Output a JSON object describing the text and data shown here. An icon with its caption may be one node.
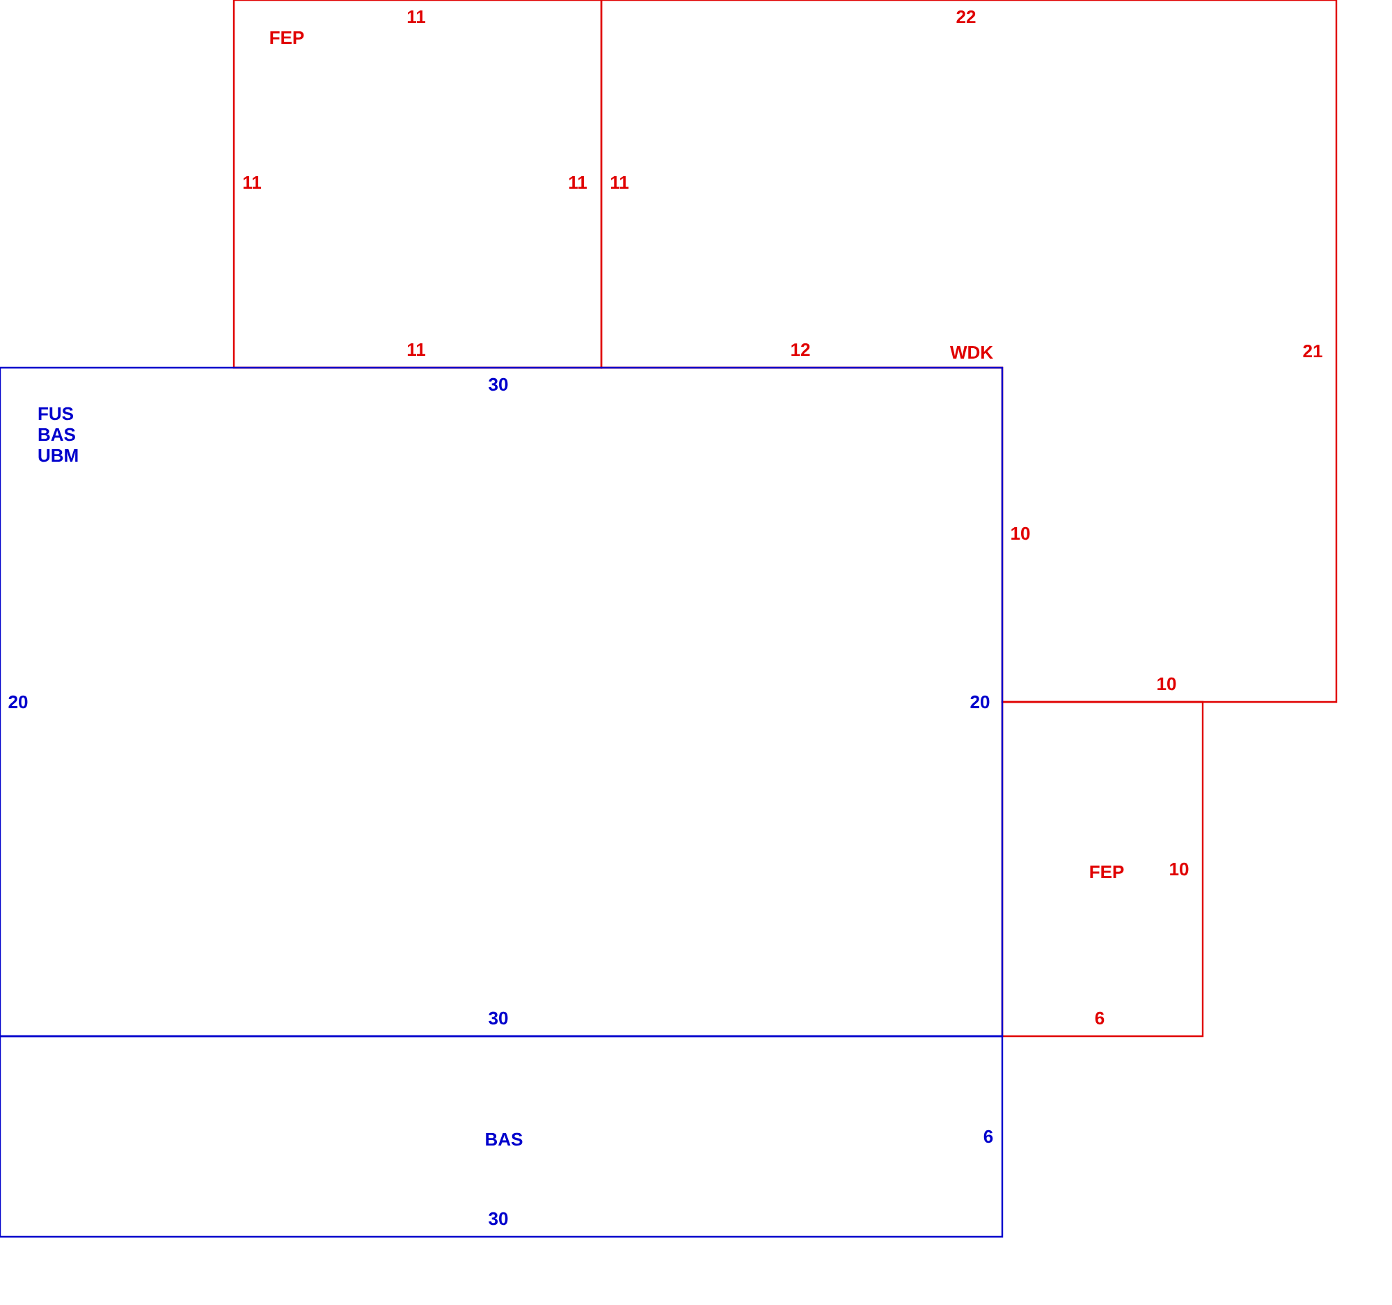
{
  "diagram": {
    "nodes": [
      {
        "text": [
          "FEP",
          "11",
          "11",
          "11",
          "11"
        ]
      },
      {
        "text": [
          "WDK",
          "22",
          "11",
          "12",
          "21",
          "10",
          "10"
        ]
      },
      {
        "text": [
          "FEP",
          "10",
          "6"
        ]
      },
      {
        "text": [
          "FUS BAS UBM",
          "30",
          "20",
          "20",
          "30"
        ]
      },
      {
        "text": [
          "BAS",
          "6",
          "30"
        ]
      }
    ]
  }
}
